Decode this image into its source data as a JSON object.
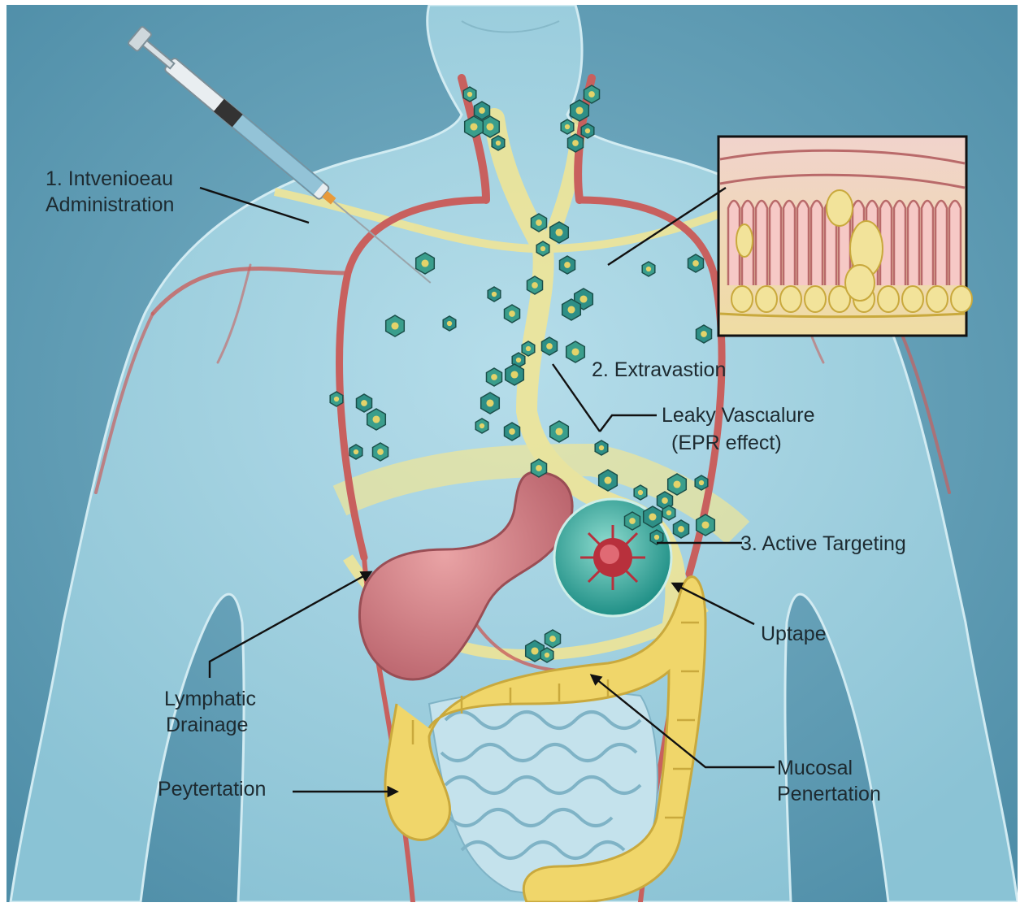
{
  "labels": {
    "step1_line1": "1. Intvenioeau",
    "step1_line2": "Administration",
    "step2": "2. Extravastion",
    "leaky_line1": "Leaky Vascɩalure",
    "leaky_line2": "(EPR effect)",
    "step3": "3. Active Targeting",
    "uptape": "Uptape",
    "lymph_line1": "Lymphatic",
    "lymph_line2": "Drainage",
    "peyt": "Peytertation",
    "mucosal_line1": "Mucosal",
    "mucosal_line2": "Penertation"
  },
  "icons": [
    "syringe-icon",
    "nanoparticle-icon",
    "tumor-cell-icon"
  ],
  "colors": {
    "background": "#5f9db6",
    "body": "#9fd0e0",
    "vessel": "#c8605e",
    "lymph": "#f1e58d",
    "nanoparticle": "#2e8f86",
    "stomach": "#d9868a",
    "colon": "#f0d66a",
    "tumor_sphere": "#3fb3a8",
    "tumor_cell": "#b8303c"
  }
}
